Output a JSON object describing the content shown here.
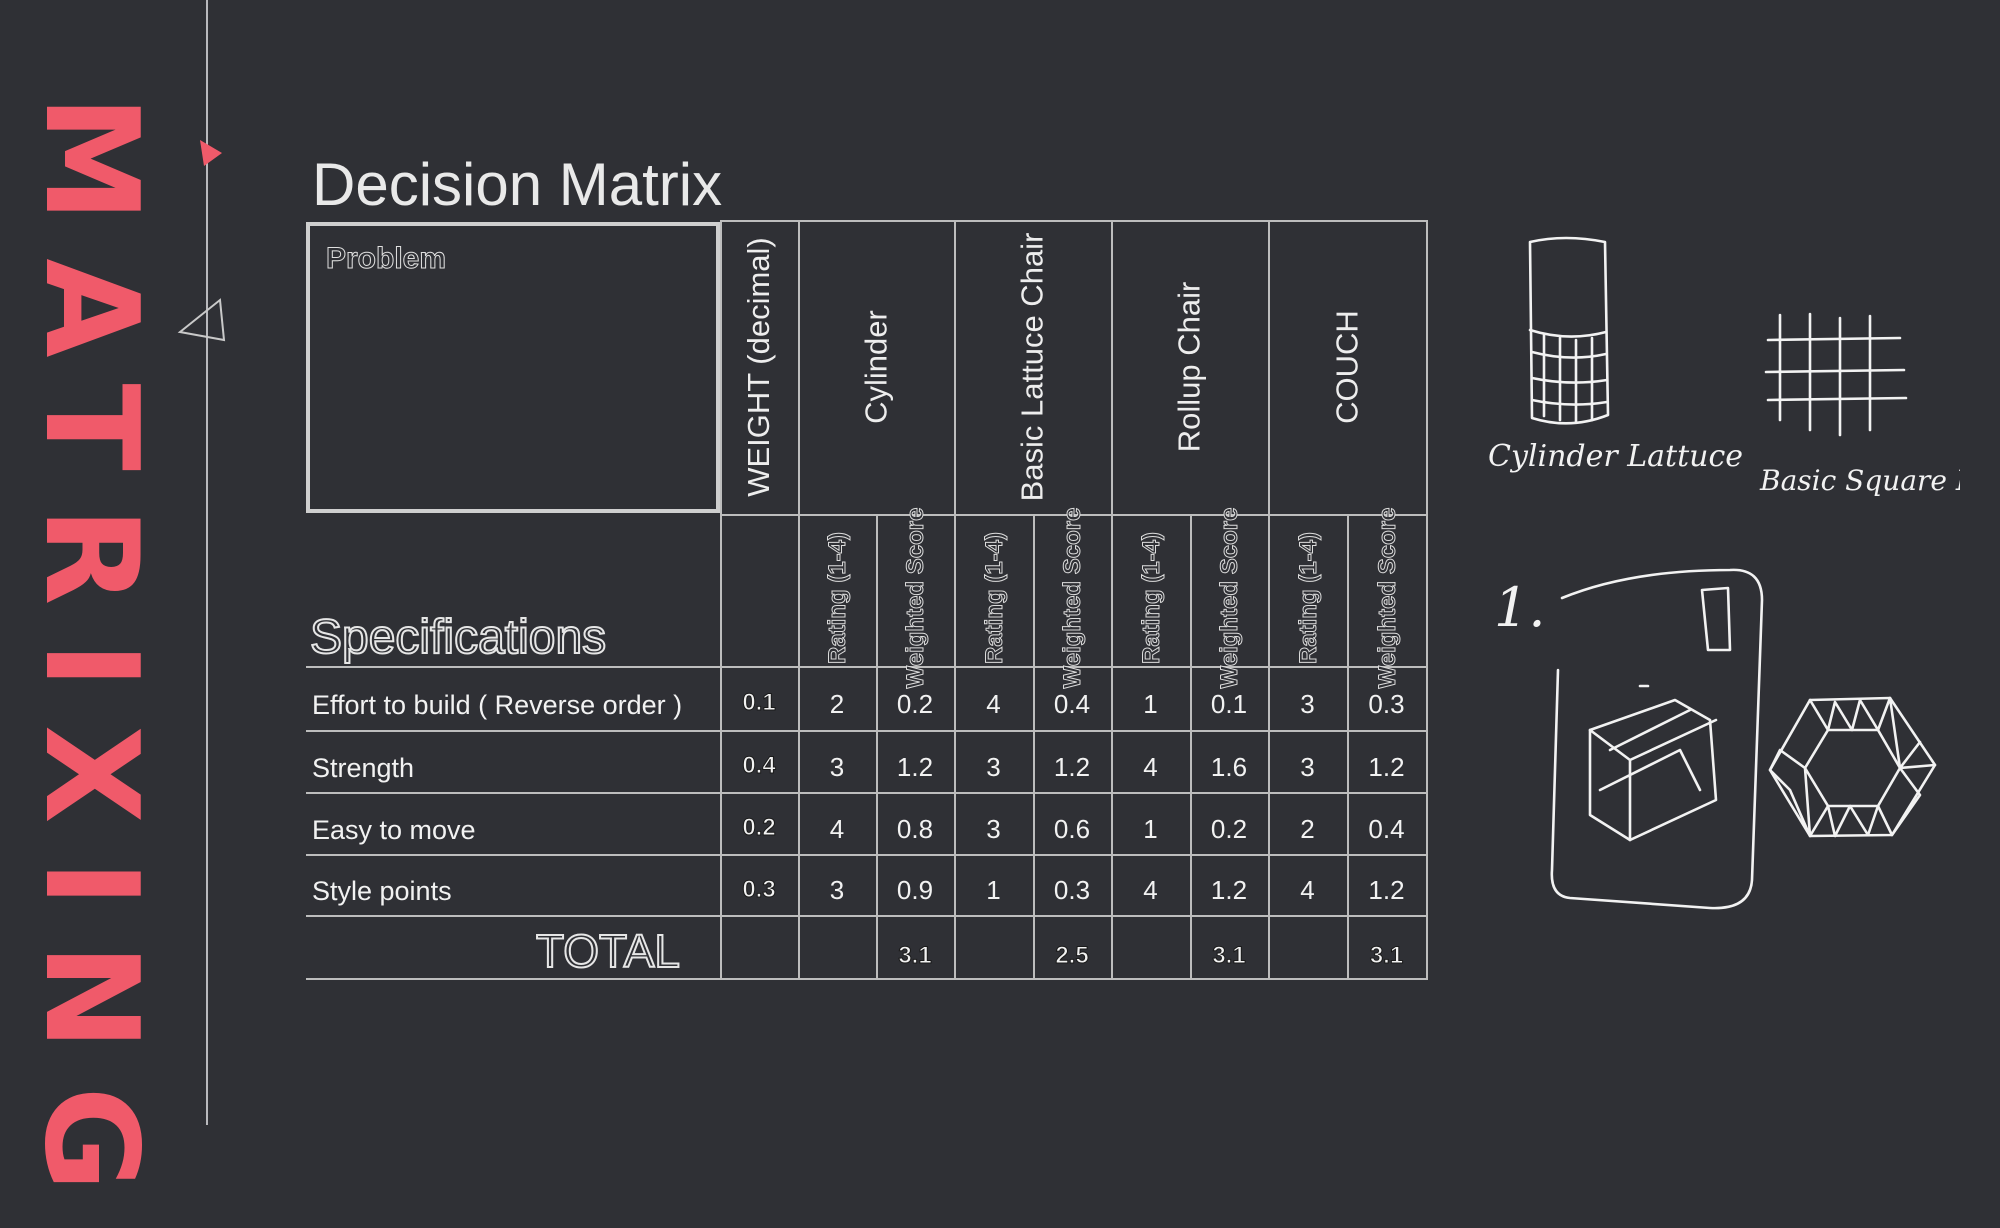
{
  "side_title": "MATRIXING",
  "title": "Decision Matrix",
  "problem_label": "Problem",
  "specifications_label": "Specifications",
  "weight_header": "WEIGHT (decimal)",
  "total_label": "TOTAL",
  "options": [
    {
      "name": "Cylinder",
      "rating_label": "Rating (1-4)",
      "score_label": "Weighted Score",
      "total": "3.1"
    },
    {
      "name": "Basic Lattuce Chair",
      "rating_label": "Rating (1-4)",
      "score_label": "Weighted Score",
      "total": "2.5"
    },
    {
      "name": "Rollup Chair",
      "rating_label": "Rating (1-4)",
      "score_label": "Weighted Score",
      "total": "3.1"
    },
    {
      "name": "COUCH",
      "rating_label": "Rating (1-4)",
      "score_label": "Weighted Score",
      "total": "3.1"
    }
  ],
  "rows": [
    {
      "spec": "Effort to build ( Reverse order )",
      "weight": "0.1",
      "cells": [
        "2",
        "0.2",
        "4",
        "0.4",
        "1",
        "0.1",
        "3",
        "0.3"
      ]
    },
    {
      "spec": "Strength",
      "weight": "0.4",
      "cells": [
        "3",
        "1.2",
        "3",
        "1.2",
        "4",
        "1.6",
        "3",
        "1.2"
      ]
    },
    {
      "spec": "Easy to move",
      "weight": "0.2",
      "cells": [
        "4",
        "0.8",
        "3",
        "0.6",
        "1",
        "0.2",
        "2",
        "0.4"
      ]
    },
    {
      "spec": "Style points",
      "weight": "0.3",
      "cells": [
        "3",
        "0.9",
        "1",
        "0.3",
        "4",
        "1.2",
        "4",
        "1.2"
      ]
    }
  ],
  "sketch_labels": {
    "cylinder": "Cylinder Lattuce",
    "square": "Basic Square Lattice",
    "number": "1."
  },
  "colors": {
    "background": "#2f3035",
    "accent": "#f05a6a",
    "lines": "#bdbdbd"
  }
}
